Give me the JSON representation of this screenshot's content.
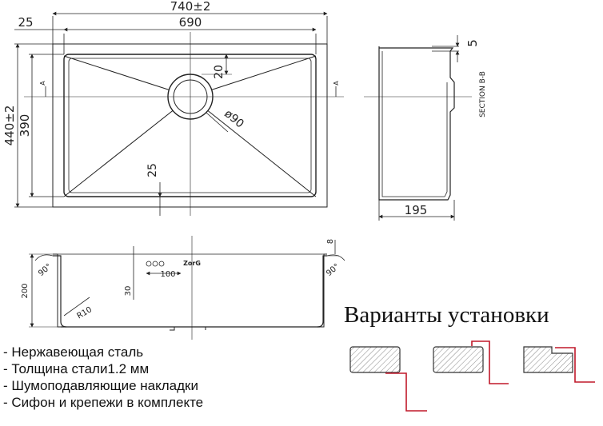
{
  "top_view": {
    "dim_total_width": "740±2",
    "dim_inner_width": "690",
    "dim_flange": "25",
    "dim_total_height": "440±2",
    "dim_inner_height": "390",
    "dim_drain_offset": "20",
    "dim_drain_diameter": "ø90",
    "dim_bottom_offset": "25",
    "section_mark_left": "A",
    "section_mark_right": "A"
  },
  "section_view": {
    "dim_rim": "5",
    "dim_depth": "195",
    "label": "SECTION B-B"
  },
  "front_view": {
    "dim_height": "200",
    "dim_rim": "8",
    "dim_inner": "30",
    "dim_overflow": "100",
    "angle_left": "90°",
    "angle_right": "90°",
    "radius": "R10",
    "brand": "ZorG"
  },
  "specs": [
    "- Нержавеющая сталь",
    "- Толщина стали1.2 мм",
    "- Шумоподавляющие накладки",
    "- Сифон и крепежи в комплекте"
  ],
  "variants_title": "Варианты установки",
  "colors": {
    "line": "#222222",
    "accent": "#c0182a",
    "hatch": "#777777"
  }
}
